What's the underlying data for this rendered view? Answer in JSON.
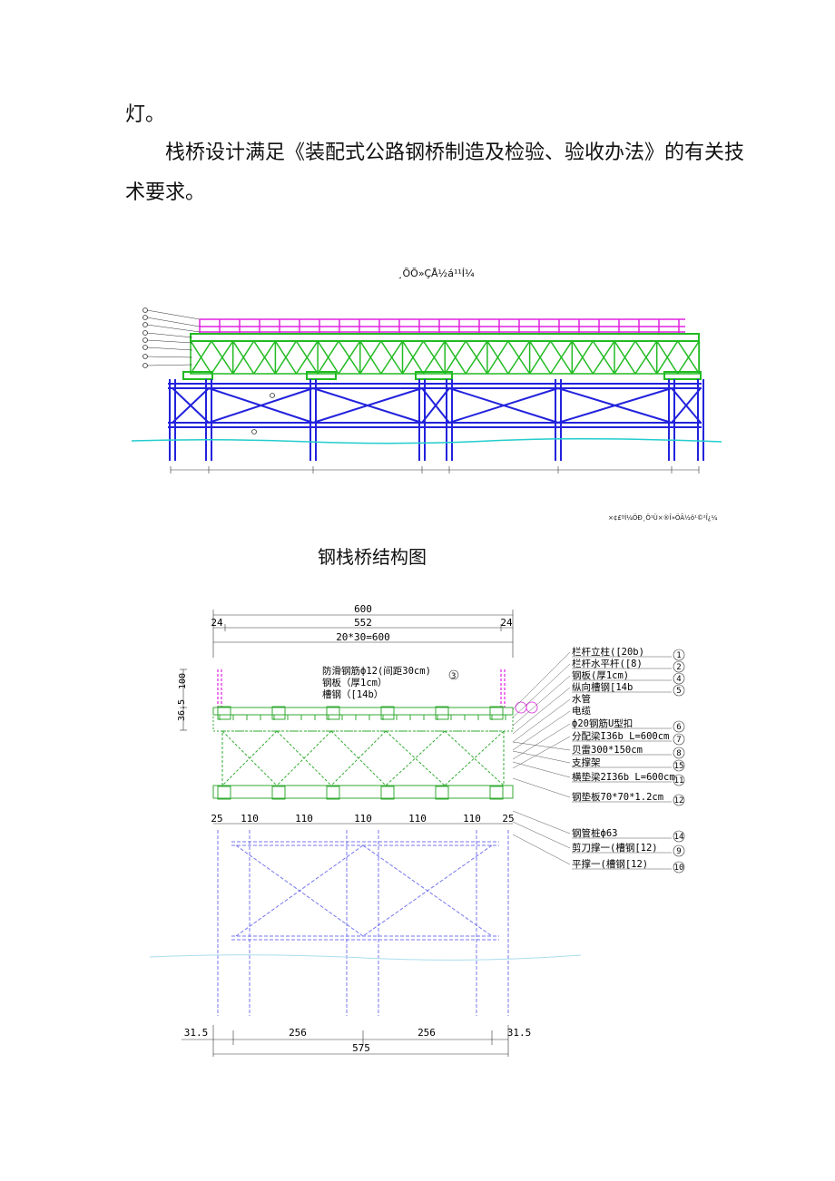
{
  "text": {
    "para1": "灯。",
    "para2": "栈桥设计满足《装配式公路钢桥制造及检验、验收办法》的有关技术要求。",
    "elev_title": "¸ÕÕ»ÇÅ½á¹¹Í¼",
    "elev_note": "×¢£ºÍ¼ÖÐ¸Ö¹Ü×®Î»ÖÃ½ö¹©²Î¿¼",
    "caption": "钢栈桥结构图"
  },
  "section": {
    "dims_top": {
      "total": "600",
      "left": "24",
      "mid": "552",
      "right": "24",
      "grid": "20*30=600"
    },
    "dims_left": {
      "a": "100",
      "b": "36.5"
    },
    "dims_mid": [
      "25",
      "110",
      "110",
      "110",
      "110",
      "110",
      "25"
    ],
    "dims_bottom": {
      "l": "31.5",
      "a": "256",
      "b": "256",
      "r": "31.5",
      "total": "575"
    },
    "inner_labels": [
      "防滑钢筋ф12(间距30cm)",
      "钢板（厚1cm）",
      "槽钢（[14b）"
    ],
    "inner_num": "3",
    "labels": [
      {
        "text": "栏杆立柱([20b)",
        "num": "1"
      },
      {
        "text": "栏杆水平杆([8)",
        "num": "2"
      },
      {
        "text": "钢板(厚1cm)",
        "num": "4"
      },
      {
        "text": "纵向槽钢[14b",
        "num": "5"
      },
      {
        "text": "水管",
        "num": ""
      },
      {
        "text": "电缆",
        "num": ""
      },
      {
        "text": "ф20钢筋U型扣",
        "num": "6"
      },
      {
        "text": "分配梁I36b L=600cm",
        "num": "7"
      },
      {
        "text": "贝雷300*150cm",
        "num": "8"
      },
      {
        "text": "支撑架",
        "num": "15"
      },
      {
        "text": "横垫梁2I36b L=600cm",
        "num": "11"
      },
      {
        "text": "钢垫板70*70*1.2cm",
        "num": "12"
      },
      {
        "text": "钢管桩ф63",
        "num": "14"
      },
      {
        "text": "剪刀撑一(槽钢[12)",
        "num": "9"
      },
      {
        "text": "平撑一(槽钢[12)",
        "num": "10"
      }
    ]
  },
  "colors": {
    "rail": "#e020e0",
    "truss": "#22bb22",
    "pile": "#2222dd",
    "water": "#22cccc",
    "section_pile": "#7777ee",
    "section_green": "#33aa33"
  }
}
